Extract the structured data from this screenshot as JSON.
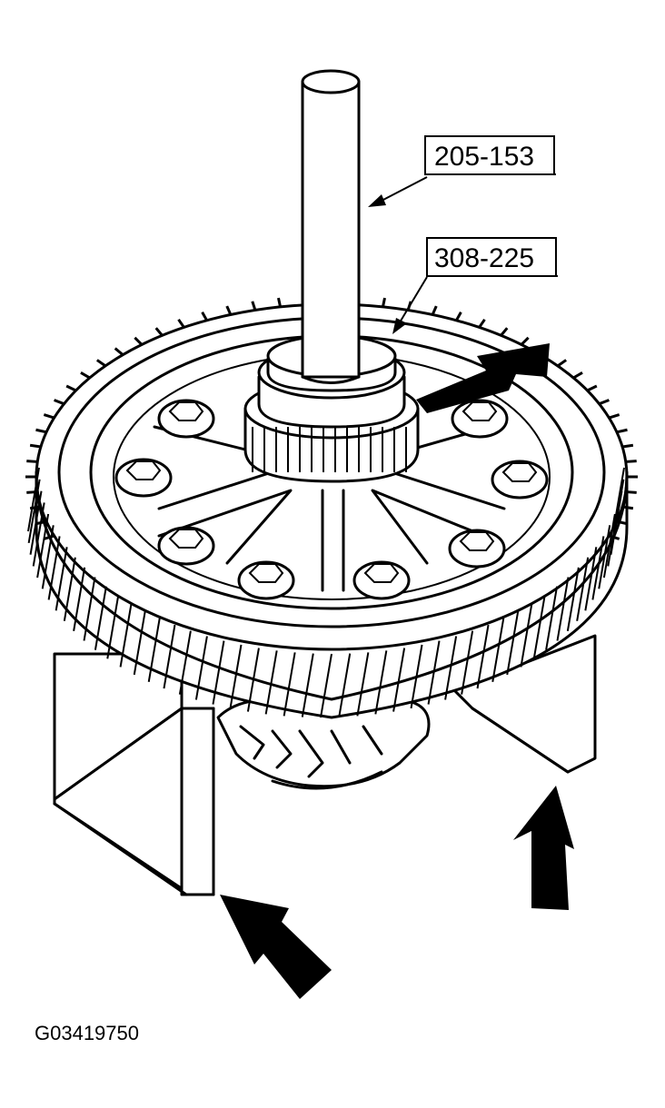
{
  "callouts": [
    {
      "label": "205-153",
      "target": "shaft"
    },
    {
      "label": "308-225",
      "target": "bearing-installer"
    }
  ],
  "figure_id": "G03419750",
  "colors": {
    "line": "#000000",
    "background": "#ffffff"
  }
}
